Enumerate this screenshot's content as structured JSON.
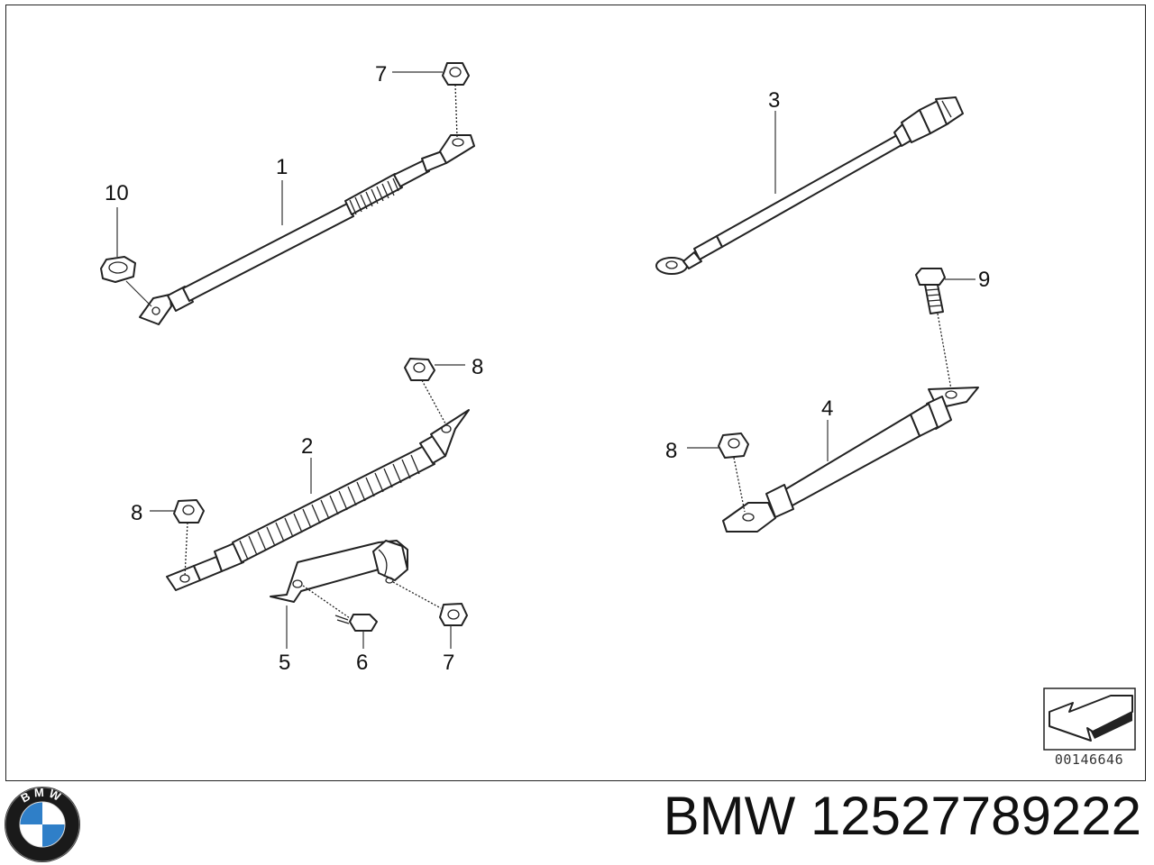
{
  "diagram": {
    "callouts": {
      "c1": "1",
      "c2": "2",
      "c3": "3",
      "c4": "4",
      "c5": "5",
      "c6": "6",
      "c7a": "7",
      "c7b": "7",
      "c8a": "8",
      "c8b": "8",
      "c8c": "8",
      "c9": "9",
      "c10": "10"
    },
    "drawing_number": "00146646"
  },
  "footer": {
    "brand": "BMW",
    "part_number": "12527789222",
    "logo_letters": "BMW"
  },
  "icons": {
    "logo": "bmw-roundel-icon",
    "direction": "arrow-direction-icon"
  },
  "colors": {
    "line": "#222222",
    "logo_blue": "#2f7fc8",
    "logo_ring": "#1a1a1a"
  }
}
